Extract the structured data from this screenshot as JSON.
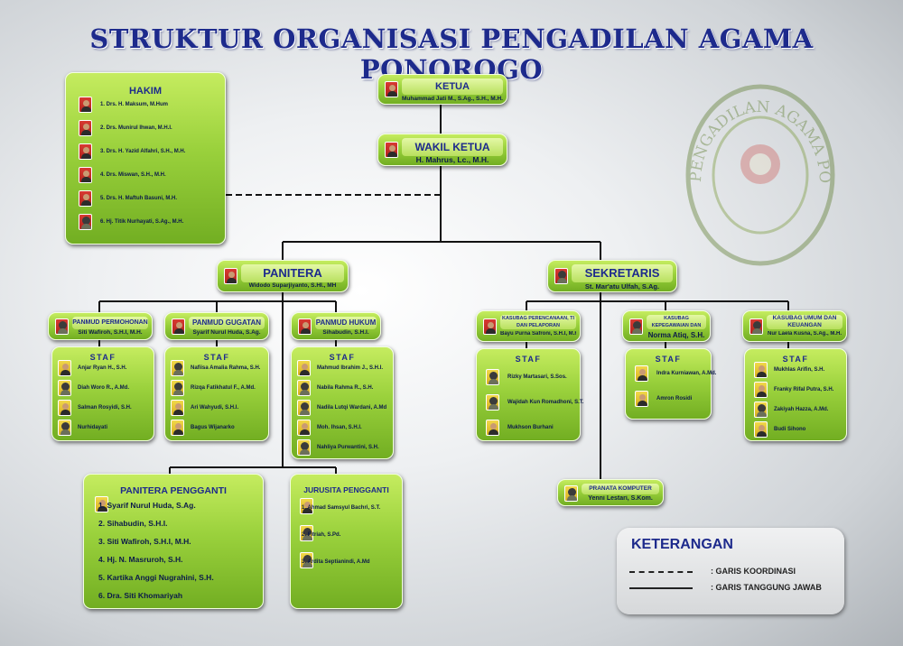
{
  "title": "STRUKTUR ORGANISASI PENGADILAN AGAMA PONOROGO",
  "seal": {
    "text": "PENGADILAN AGAMA PONOROGO",
    "colors": [
      "#5a7a2a",
      "#c8322b"
    ]
  },
  "ketua": {
    "title": "KETUA",
    "name": "Muhammad Jati M., S.Ag., S.H., M.H."
  },
  "wakil_ketua": {
    "title": "WAKIL KETUA",
    "name": "H. Mahrus, Lc., M.H."
  },
  "hakim": {
    "title": "HAKIM",
    "members": [
      "1. Drs. H. Maksum, M.Hum",
      "2. Drs. Munirul Ihwan, M.H.I.",
      "3. Drs. H. Yazid Alfahri, S.H., M.H.",
      "4. Drs. Miswan, S.H., M.H.",
      "5. Drs. H. Maftuh Basuni, M.H.",
      "6. Hj. Titik Nurhayati, S.Ag., M.H."
    ]
  },
  "panitera": {
    "title": "PANITERA",
    "name": "Widodo Suparjiyanto, S.HI., MH"
  },
  "sekretaris": {
    "title": "SEKRETARIS",
    "name": "St. Mar'atu Ulfah, S.Ag."
  },
  "panmud": [
    {
      "title": "PANMUD PERMOHONAN",
      "name": "Siti Wafiroh, S.H.I, M.H.",
      "staf_title": "STAF",
      "staf": [
        "Anjar Ryan H., S.H.",
        "Diah Woro R., A.Md.",
        "Salman Rosyidi, S.H.",
        "Nurhidayati"
      ]
    },
    {
      "title": "PANMUD GUGATAN",
      "name": "Syarif Nurul Huda, S.Ag.",
      "staf_title": "STAF",
      "staf": [
        "Nafiisa Amalia Rahma, S.H.",
        "Rizqa Fatikhatul F., A.Md.",
        "Ari Wahyudi, S.H.I.",
        "Bagus Wijanarko"
      ]
    },
    {
      "title": "PANMUD HUKUM",
      "name": "Sihabudin, S.H.I.",
      "staf_title": "STAF",
      "staf": [
        "Mahmud Ibrahim J., S.H.I.",
        "Nabila Rahma R., S.H.",
        "Nadila Lutqi Wardani, A.Md",
        "Moh. Ihsan, S.H.I.",
        "Nahliya Purwantini, S.H."
      ]
    }
  ],
  "kasubag": [
    {
      "title": "KASUBAG PERENCANAAN, TI DAN PELAPORAN",
      "name": "Bayu Purna Safroni, S.H.I, M.H.",
      "staf_title": "STAF",
      "staf": [
        "Rizky Martasari, S.Sos.",
        "Wajidah Kun Romadhoni, S.T.",
        "Mukhson Burhani"
      ]
    },
    {
      "title": "KASUBAG KEPEGAWAIAN DAN ORTALA",
      "name": "Norma Atiq, S.H.",
      "staf_title": "STAF",
      "staf": [
        "Indra Kurniawan, A.Md.",
        "Amron Rosidi"
      ]
    },
    {
      "title": "KASUBAG UMUM DAN KEUANGAN",
      "name": "Nur Laela Kusna, S.Ag., M.H.",
      "staf_title": "STAF",
      "staf": [
        "Mukhlas Arifin, S.H.",
        "Franky Rifal Putra, S.H.",
        "Zakiyah Hazza, A.Md.",
        "Budi Sihono"
      ]
    }
  ],
  "panitera_pengganti": {
    "title": "PANITERA PENGGANTI",
    "members": [
      "1.   Syarif Nurul Huda, S.Ag.",
      "2.   Sihabudin, S.H.I.",
      "3.   Siti Wafiroh, S.H.I, M.H.",
      "4.   Hj. N. Masruroh, S.H.",
      "5.   Kartika Anggi Nugrahini, S.H.",
      "6.   Dra. Siti Khomariyah"
    ]
  },
  "jurusita_pengganti": {
    "title": "JURUSITA PENGGANTI",
    "members": [
      "1. Ahmad Samsyul Bachri, S.T.",
      "2. Fitriah, S.Pd.",
      "3. Ardita Septianindi, A.Md"
    ]
  },
  "pranata_komputer": {
    "title": "PRANATA KOMPUTER",
    "name": "Yenni Lestari, S.Kom."
  },
  "legend": {
    "title": "KETERANGAN",
    "dashed": ": GARIS KOORDINASI",
    "solid": ": GARIS TANGGUNG JAWAB"
  },
  "colors": {
    "box": "#9ad13c",
    "title": "#1d2a8c",
    "red_bg": "#c8322b",
    "yellow_bg": "#e8c83a"
  }
}
